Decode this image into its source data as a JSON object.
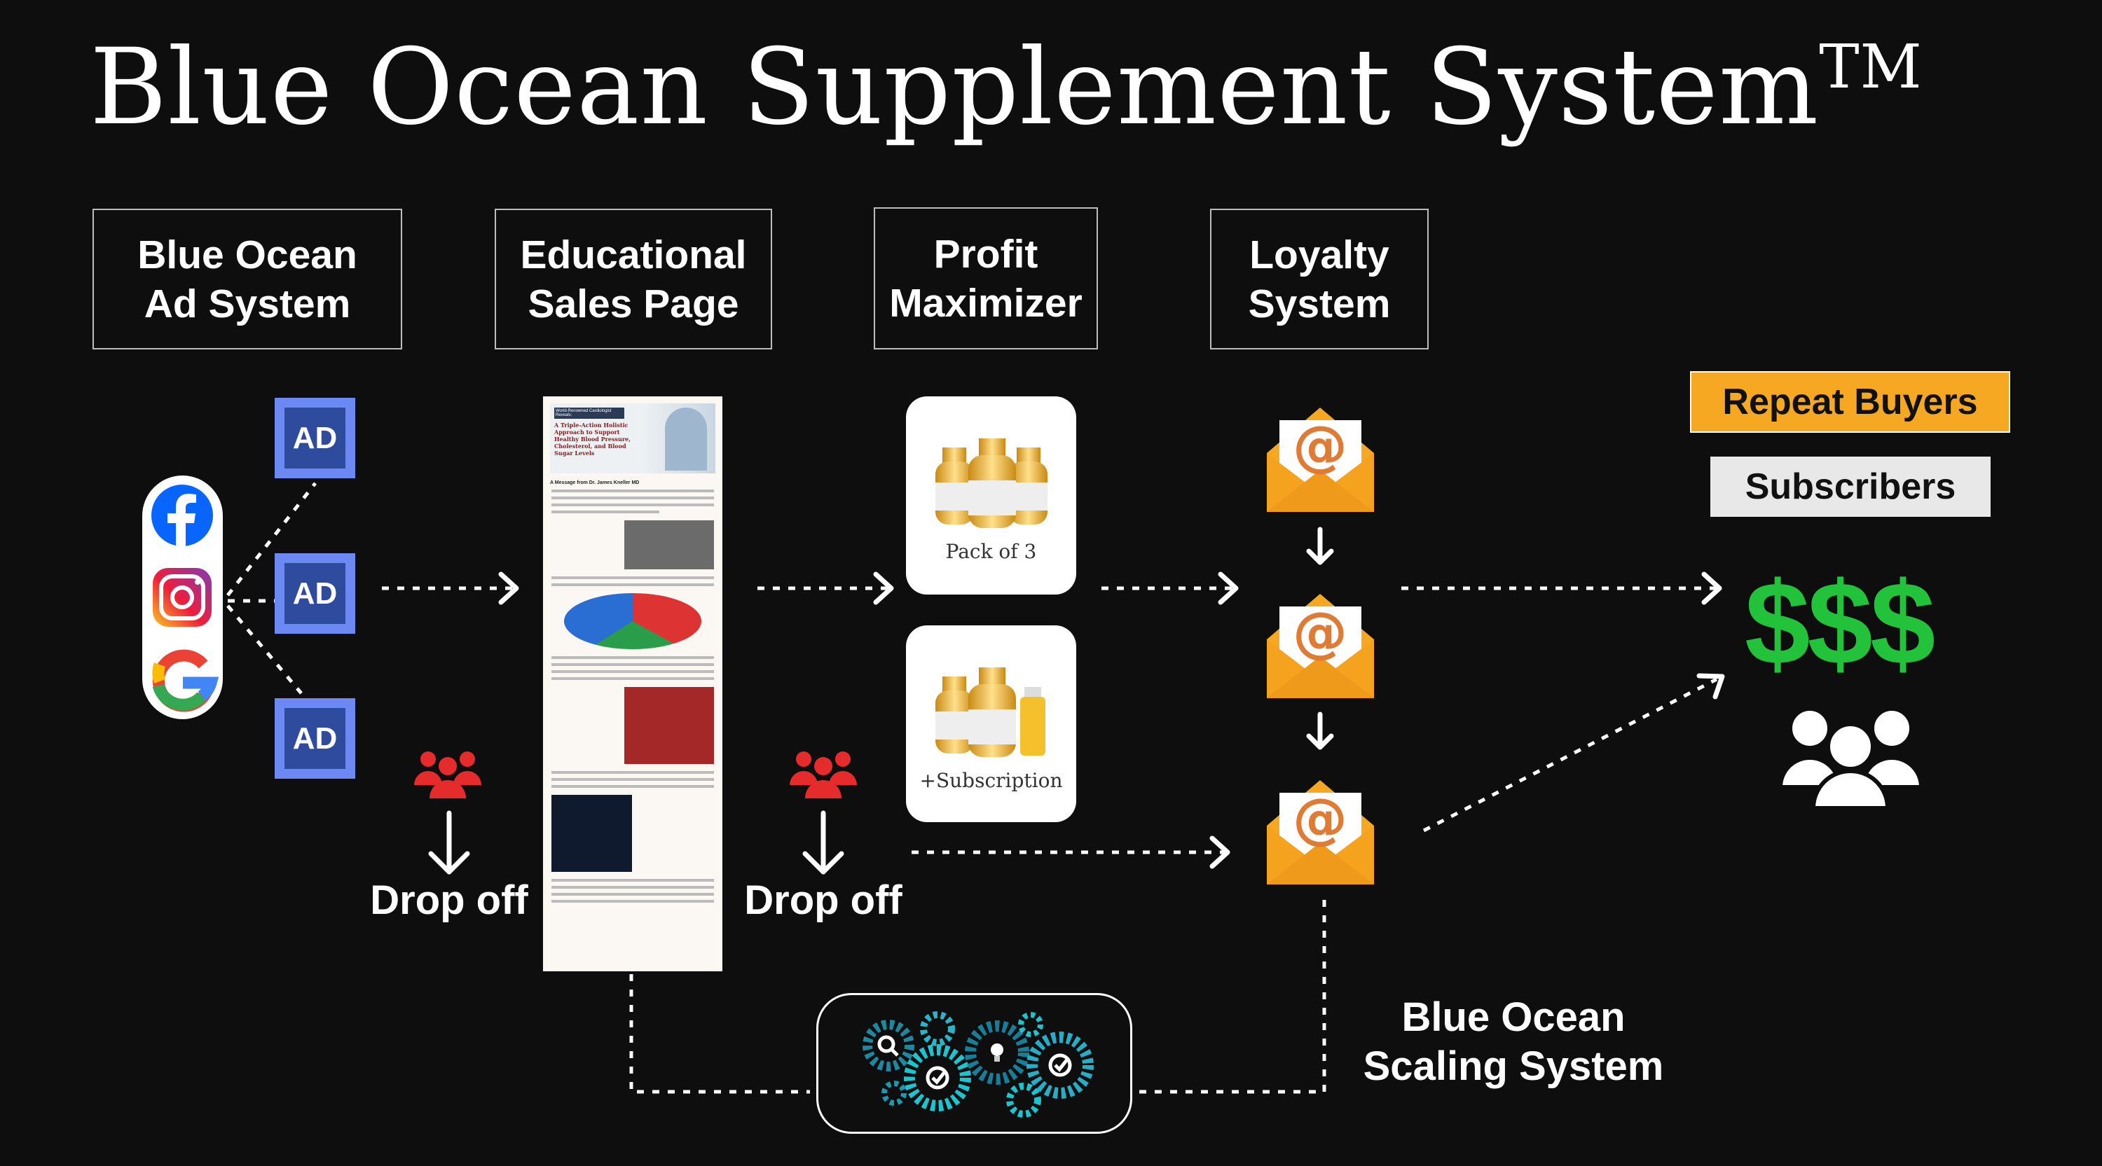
{
  "title": {
    "text": "Blue Ocean Supplement System",
    "trademark": "TM"
  },
  "stages": [
    {
      "label": "Blue Ocean\nAd System"
    },
    {
      "label": "Educational\nSales Page"
    },
    {
      "label": "Profit\nMaximizer"
    },
    {
      "label": "Loyalty\nSystem"
    }
  ],
  "ads": [
    "AD",
    "AD",
    "AD"
  ],
  "social_icons": [
    "facebook-icon",
    "instagram-icon",
    "google-icon"
  ],
  "drop_off": [
    "Drop off",
    "Drop off"
  ],
  "sales_page": {
    "badge": "World-Renowned Cardiologist Reveals:",
    "headline": "A Triple-Action Holistic Approach to Support Healthy Blood Pressure, Cholesterol, and Blood Sugar Levels",
    "byline": "A Message from Dr. James Kneller MD"
  },
  "offers": [
    {
      "label": "Pack of 3"
    },
    {
      "label": "+Subscription"
    }
  ],
  "outcomes": {
    "repeat_buyers": "Repeat Buyers",
    "subscribers": "Subscribers",
    "money": "$$$"
  },
  "scaling": {
    "label": "Blue Ocean\nScaling System"
  },
  "colors": {
    "background": "#0e0e0e",
    "ad_fill": "#2e4b9e",
    "ad_border": "#6b88f3",
    "orange": "#f7a823",
    "green": "#22c33a",
    "dropoff_red": "#e52b2b",
    "gear_teal": "#1fb8c9"
  }
}
